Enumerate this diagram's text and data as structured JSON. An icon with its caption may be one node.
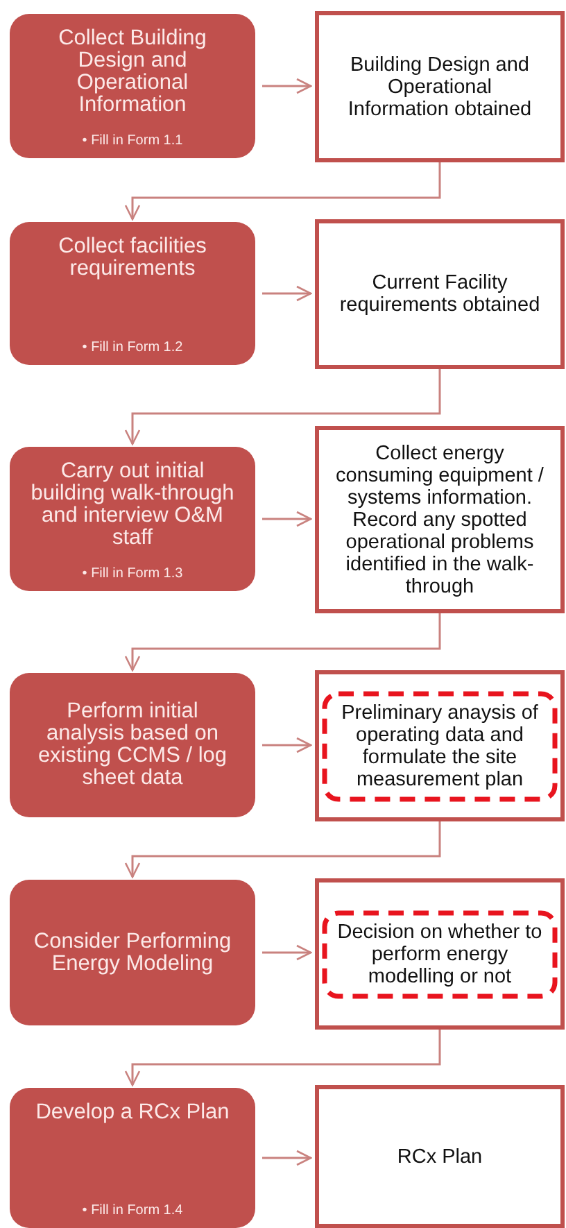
{
  "diagram": {
    "nodes": [
      {
        "text": [
          "Collect Building Design and Operational Information",
          "• Fill in Form 1.1"
        ]
      },
      {
        "text": [
          "Building Design and Operational Information obtained"
        ]
      },
      {
        "text": [
          "Collect facilities requirements",
          "• Fill in Form 1.2"
        ]
      },
      {
        "text": [
          "Current Facility requirements obtained"
        ]
      },
      {
        "text": [
          "Carry out initial building walk-through and interview O&M staff",
          "• Fill in Form 1.3"
        ]
      },
      {
        "text": [
          "Collect energy consuming equipment / systems information. Record any spotted operational problems identified in the walk-through"
        ]
      },
      {
        "text": [
          "Perform initial analysis based on existing CCMS / log sheet data"
        ]
      },
      {
        "text": [
          "Preliminary anaysis of operating data and formulate the site measurement plan"
        ]
      },
      {
        "text": [
          "Consider Performing Energy Modeling"
        ]
      },
      {
        "text": [
          "Decision on whether to perform energy modelling or not"
        ]
      },
      {
        "text": [
          "Develop a RCx Plan",
          "• Fill in Form 1.4"
        ]
      },
      {
        "text": [
          "RCx Plan"
        ]
      }
    ],
    "edges": [
      {
        "from": 0,
        "to": 1,
        "arrow": "to"
      },
      {
        "from": 1,
        "to": 2,
        "arrow": "to"
      },
      {
        "from": 2,
        "to": 3,
        "arrow": "to"
      },
      {
        "from": 3,
        "to": 4,
        "arrow": "to"
      },
      {
        "from": 4,
        "to": 5,
        "arrow": "to"
      },
      {
        "from": 5,
        "to": 6,
        "arrow": "to"
      },
      {
        "from": 6,
        "to": 7,
        "arrow": "to"
      },
      {
        "from": 7,
        "to": 8,
        "arrow": "to"
      },
      {
        "from": 8,
        "to": 9,
        "arrow": "to"
      },
      {
        "from": 9,
        "to": 10,
        "arrow": "to"
      },
      {
        "from": 10,
        "to": 11,
        "arrow": "to"
      }
    ]
  }
}
